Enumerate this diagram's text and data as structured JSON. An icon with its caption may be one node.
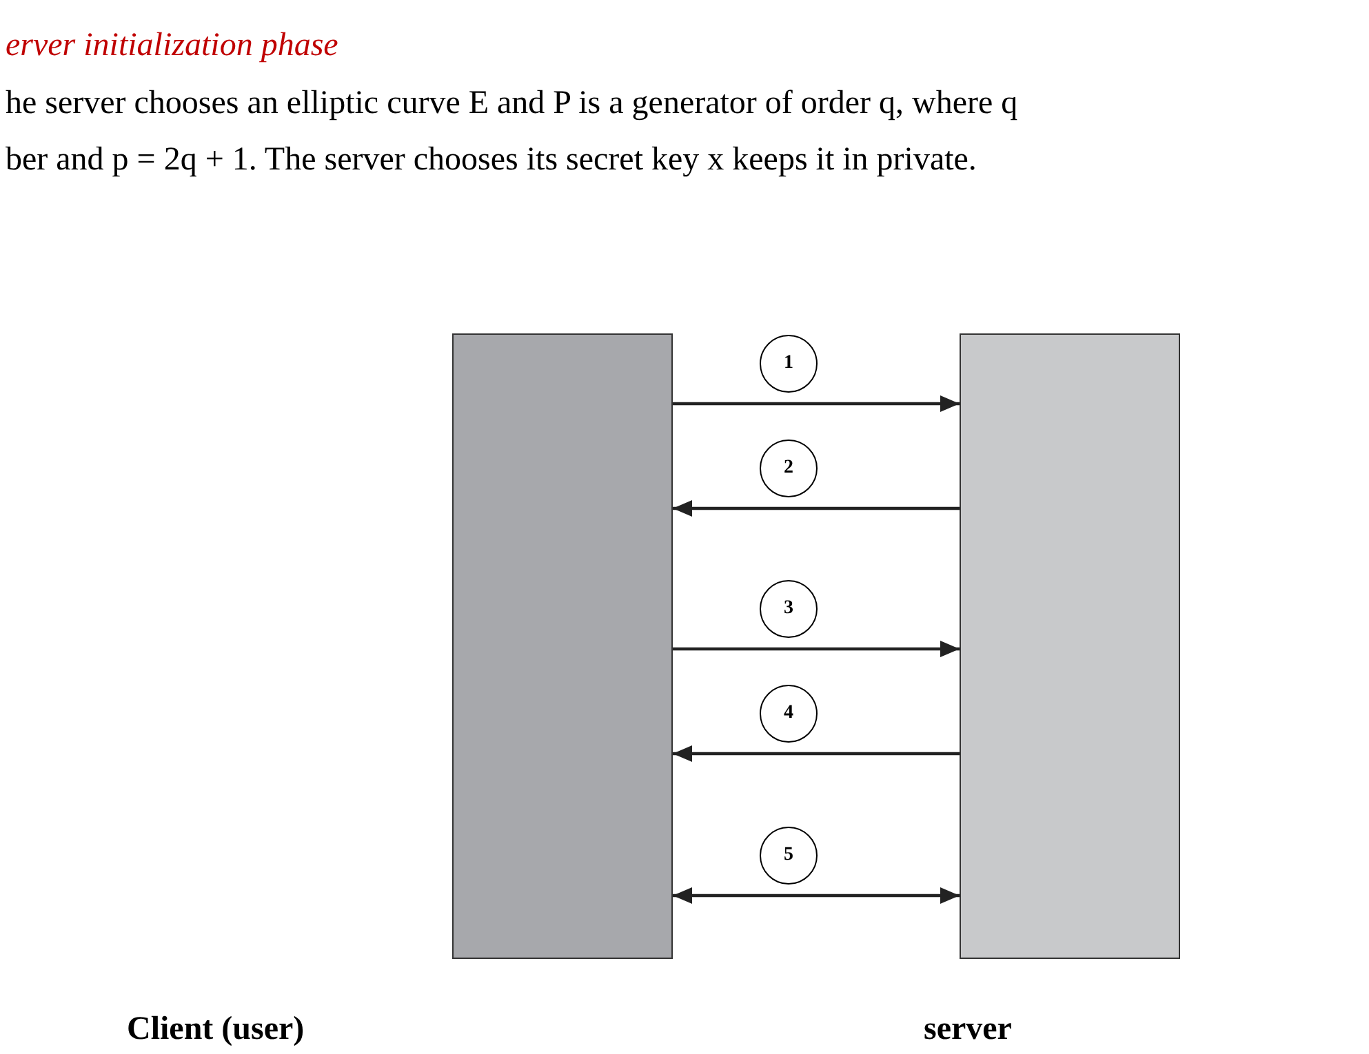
{
  "diagram": {
    "title": "erver initialization phase",
    "nodes": [
      {
        "text": [
          "Client (user)"
        ]
      },
      {
        "text": [
          "server"
        ]
      }
    ],
    "edges": [
      {
        "from": 0,
        "to": 1,
        "arrow": "to",
        "label": "1"
      },
      {
        "from": 1,
        "to": 0,
        "arrow": "to",
        "label": "2"
      },
      {
        "from": 0,
        "to": 1,
        "arrow": "to",
        "label": "3"
      },
      {
        "from": 1,
        "to": 0,
        "arrow": "to",
        "label": "4"
      },
      {
        "from": 0,
        "to": 1,
        "arrow": "both",
        "label": "5"
      }
    ],
    "labels": [
      "he server chooses an elliptic curve E and P is a generator of order q, where q",
      "ber and p = 2q + 1. The server chooses its secret key x keeps it in private."
    ]
  }
}
